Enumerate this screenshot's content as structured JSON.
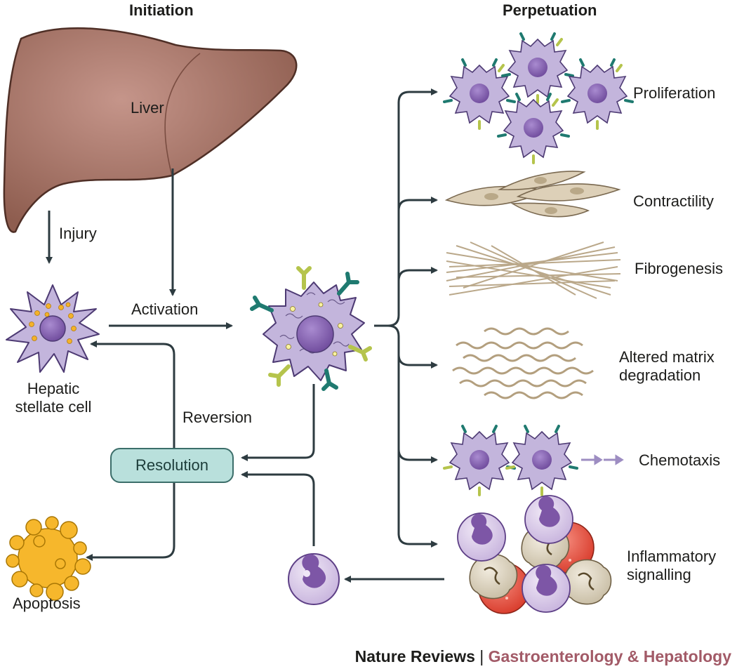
{
  "headers": {
    "initiation": "Initiation",
    "perpetuation": "Perpetuation"
  },
  "labels": {
    "liver": "Liver",
    "injury": "Injury",
    "activation": "Activation",
    "hepatic_stellate_cell": "Hepatic stellate cell",
    "reversion": "Reversion",
    "resolution": "Resolution",
    "apoptosis": "Apoptosis"
  },
  "outcomes": [
    {
      "key": "proliferation",
      "label": "Proliferation"
    },
    {
      "key": "contractility",
      "label": "Contractility"
    },
    {
      "key": "fibrogenesis",
      "label": "Fibrogenesis"
    },
    {
      "key": "altered_matrix",
      "label": "Altered matrix degradation"
    },
    {
      "key": "chemotaxis",
      "label": "Chemotaxis"
    },
    {
      "key": "inflammatory",
      "label": "Inflammatory signalling"
    }
  ],
  "footer": {
    "journal": "Nature Reviews",
    "separator": "|",
    "subtitle": "Gastroenterology & Hepatology"
  },
  "colors": {
    "liver": "#9b6758",
    "stellate": "#c3b5dc",
    "nucleus": "#7d56a6",
    "arrow": "#2d3b40",
    "resolution_box": "#b9e0dc",
    "apoptosis": "#f6b72c",
    "fibre": "#b39f7e",
    "red_cell": "#e3412f",
    "macrophage": "#d8ceb8",
    "receptor_green": "#b5c44c",
    "receptor_teal": "#1f7a70"
  },
  "icons": [
    "liver-icon",
    "stellate-cell-icon",
    "activated-cell-icon",
    "apoptotic-cell-icon",
    "neutrophil-icon",
    "proliferating-cells-icon",
    "contractile-cells-icon",
    "fibre-mesh-icon",
    "matrix-fibres-icon",
    "chemotaxis-cells-icon",
    "inflammatory-cluster-icon"
  ]
}
